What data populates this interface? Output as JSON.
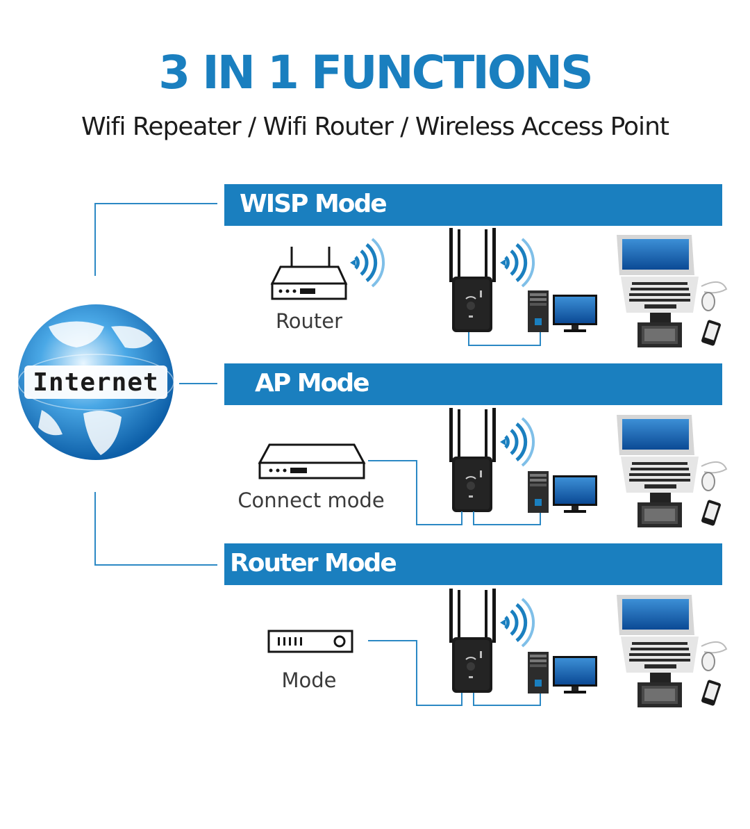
{
  "header": {
    "title": "3 IN 1 FUNCTIONS",
    "subtitle": "Wifi Repeater / Wifi Router / Wireless Access Point"
  },
  "internet": {
    "label": "Internet"
  },
  "modes": [
    {
      "title": "WISP Mode",
      "source_label": "Router",
      "source_icon": "router-icon"
    },
    {
      "title": "AP Mode",
      "source_label": "Connect mode",
      "source_icon": "switch-icon"
    },
    {
      "title": "Router Mode",
      "source_label": "Mode",
      "source_icon": "modem-icon"
    }
  ],
  "colors": {
    "accent": "#1a7fbf",
    "line": "#2b88c4",
    "device": "#151515"
  },
  "icons": [
    "globe-icon",
    "wifi-signal-icon",
    "repeater-icon",
    "desktop-pc-icon",
    "laptop-icon",
    "mouse-icon",
    "phone-icon",
    "tablet-icon"
  ]
}
